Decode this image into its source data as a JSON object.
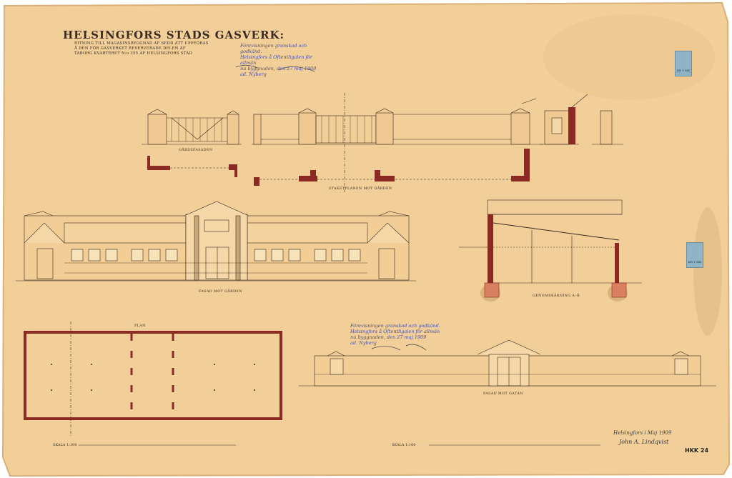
{
  "sheet": {
    "title": "HELSINGFORS STADS GASVERK:",
    "subtitle_lines": [
      "RITNING TILL MAGASINSBYGGNAD AF SEDD ATT UPPFÖRAS",
      "Å DEN FÖR GASVERKET RESERVERADE DELEN AF",
      "TABORG KVARTERET N:o 355 AF HELSINGFORS STAD"
    ],
    "approval_stamp_top": [
      "Förevisningen granskad och godkänd.",
      "Helsingfors å Oftentligalen för allmän",
      "nu byggnaden, den 27 maj 1909",
      "ad. Nyberg"
    ],
    "approval_stamp_bottom": [
      "Förevisningen granskad och godkänd.",
      "Helsingfors å Oftentligalen för allmän",
      "nu byggnaden, den 27 maj 1909",
      "ad. Nyberg"
    ],
    "signature_place_date": "Helsingfors i Maj 1909",
    "signature_name": "John A. Lindqvist",
    "archive_ref": "HKK 24",
    "revenue_stamp_label": "KR 1 MK"
  },
  "captions": {
    "gate_elevation": "GÅRDSFASADEN",
    "fence_plan": "STAKETPLANEN MOT GÅRDEN",
    "front_facade": "FASAD MOT GÅRDEN",
    "section": "GENOMSKÄRNING A–B",
    "floor_plan": "PLAN",
    "rear_facade": "FASAD MOT GATAN",
    "scale_left": "SKALA 1:100",
    "scale_right": "SKALA 1:100"
  },
  "colors": {
    "paper": "#f2cf98",
    "ink": "#3a2a20",
    "wall_red": "#8b2a22",
    "stamp_blue": "#4b4fa0"
  }
}
